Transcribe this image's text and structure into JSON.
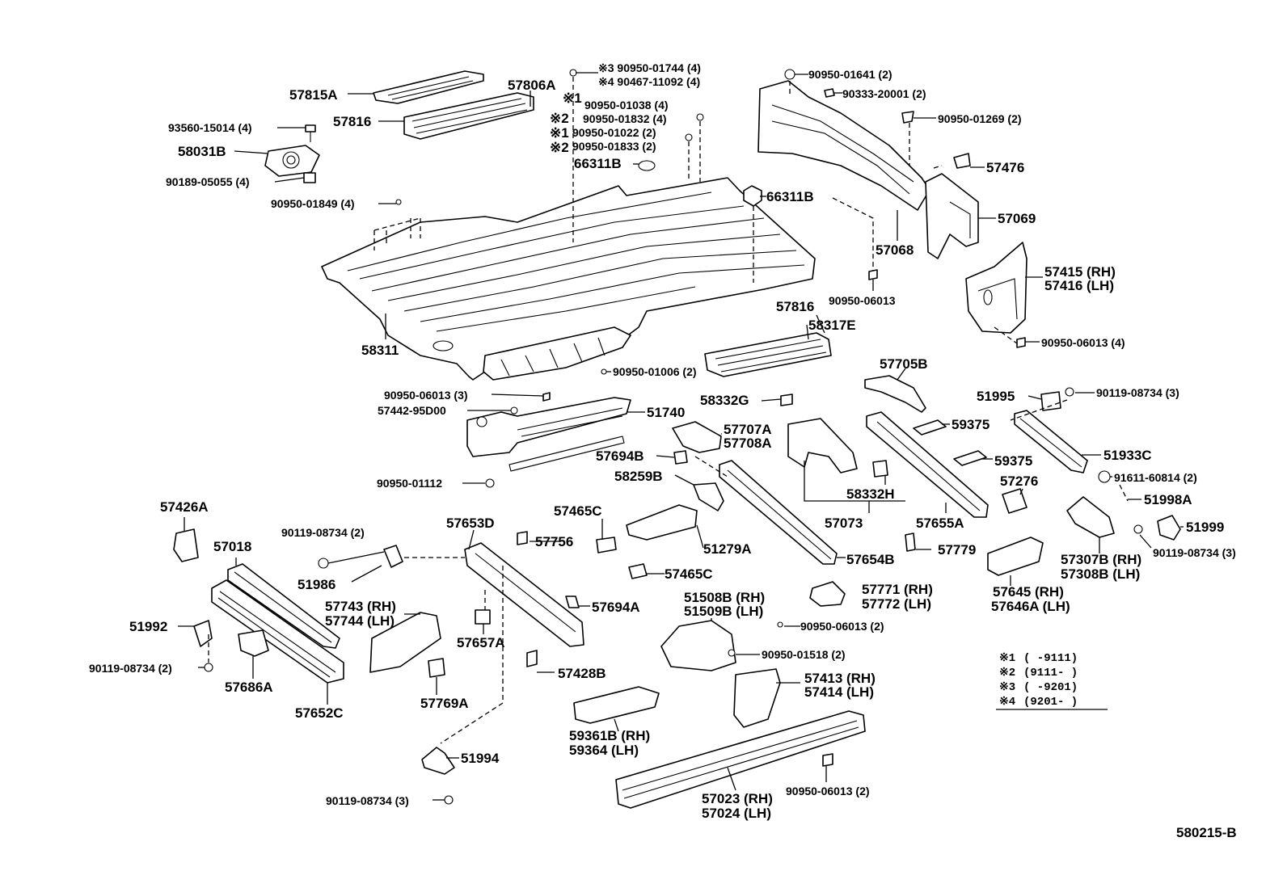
{
  "diagram_code": "580215-B",
  "labels": {
    "p57815A": "57815A",
    "p57806A": "57806A",
    "p57816_top": "57816",
    "p93560": "93560-15014 (4)",
    "p58031B": "58031B",
    "p90189": "90189-05055 (4)",
    "p90950_01849": "90950-01849 (4)",
    "n1_01744": "※3 90950-01744 (4)",
    "n2_90467": "※4 90467-11092 (4)",
    "m1": "※1",
    "n3_01038": "90950-01038 (4)",
    "m2": "※2",
    "n4_01832": "90950-01832 (4)",
    "m3": "※1",
    "n5_01022": "90950-01022 (2)",
    "m4": "※2",
    "n6_01833": "90950-01833 (2)",
    "p66311B_a": "66311B",
    "p66311B_b": "66311B",
    "p58311": "58311",
    "p90950_01641": "90950-01641 (2)",
    "p90333": "90333-20001 (2)",
    "p90950_01269": "90950-01269 (2)",
    "p57476": "57476",
    "p57069": "57069",
    "p57068": "57068",
    "p90950_06013_a": "90950-06013",
    "p57415": "57415 (RH)",
    "p57416": "57416 (LH)",
    "p90950_06013_b": "90950-06013 (4)",
    "p57816_mid": "57816",
    "p58317E": "58317E",
    "p90950_01006": "90950-01006 (2)",
    "p90950_06013_c": "90950-06013 (3)",
    "p57442": "57442-95D00",
    "p51740": "51740",
    "p90950_01112": "90950-01112",
    "p57705B": "57705B",
    "p58332G": "58332G",
    "p51995": "51995",
    "p90119_a": "90119-08734 (3)",
    "p59375_a": "59375",
    "p57707A": "57707A",
    "p57708A": "57708A",
    "p51933C": "51933C",
    "p57694B": "57694B",
    "p59375_b": "59375",
    "p91611": "91611-60814 (2)",
    "p58259B": "58259B",
    "p57276": "57276",
    "p51998A": "51998A",
    "p58332H": "58332H",
    "p57073": "57073",
    "p57655A": "57655A",
    "p51999": "51999",
    "p90119_b": "90119-08734 (3)",
    "p57426A": "57426A",
    "p57653D": "57653D",
    "p57465C_a": "57465C",
    "p90119_c": "90119-08734 (2)",
    "p57018": "57018",
    "p57756": "57756",
    "p51279A": "51279A",
    "p57654B": "57654B",
    "p57779": "57779",
    "p57307B": "57307B (RH)",
    "p57308B": "57308B (LH)",
    "p57645": "57645   (RH)",
    "p57646A": "57646A (LH)",
    "p51986": "51986",
    "p57465C_b": "57465C",
    "p57771": "57771 (RH)",
    "p57772": "57772 (LH)",
    "p57743": "57743 (RH)",
    "p57744": "57744 (LH)",
    "p57694A": "57694A",
    "p51508B": "51508B (RH)",
    "p51509B": "51509B (LH)",
    "p90950_06013_d": "90950-06013 (2)",
    "p51992": "51992",
    "p57657A": "57657A",
    "p90950_01518": "90950-01518 (2)",
    "p90119_d": "90119-08734 (2)",
    "p57686A": "57686A",
    "p57428B": "57428B",
    "p57413": "57413 (RH)",
    "p57414": "57414 (LH)",
    "p57652C": "57652C",
    "p57769A": "57769A",
    "p59361B": "59361B (RH)",
    "p59364": "59364    (LH)",
    "p51994": "51994",
    "p90950_06013_e": "90950-06013 (2)",
    "p90119_e": "90119-08734 (3)",
    "p57023": "57023 (RH)",
    "p57024": "57024 (LH)"
  },
  "legend": {
    "row1_mark": "※1",
    "row1_range": "(      -9111)",
    "row2_mark": "※2",
    "row2_range": "(9111-      )",
    "row3_mark": "※3",
    "row3_range": "(      -9201)",
    "row4_mark": "※4",
    "row4_range": "(9201-      )"
  }
}
